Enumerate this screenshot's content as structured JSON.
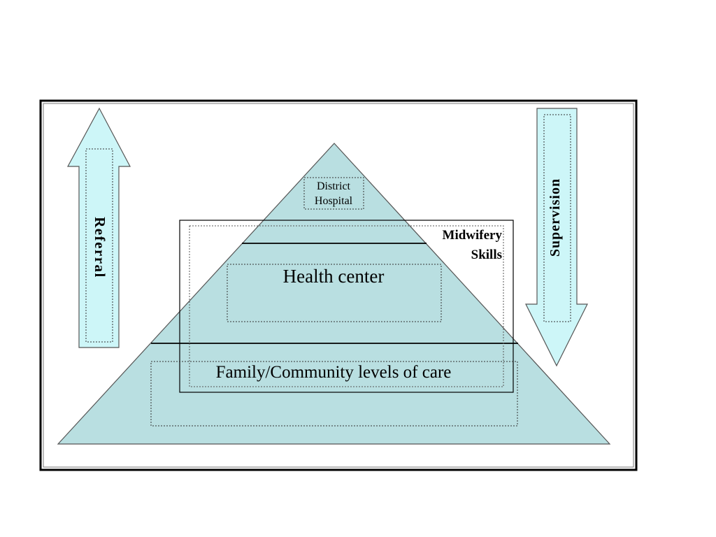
{
  "diagram": {
    "levels": {
      "top": "District",
      "top_line2": "Hospital",
      "middle": "Health center",
      "base": "Family/Community levels of care"
    },
    "skills": {
      "line1": "Midwifery",
      "line2": "Skills"
    },
    "arrows": {
      "up": "Referral",
      "down": "Supervision"
    },
    "colors": {
      "pyramid_fill": "#b9dfe1",
      "arrow_fill": "#cdf6f8",
      "outline": "#000000",
      "background": "#ffffff"
    }
  }
}
